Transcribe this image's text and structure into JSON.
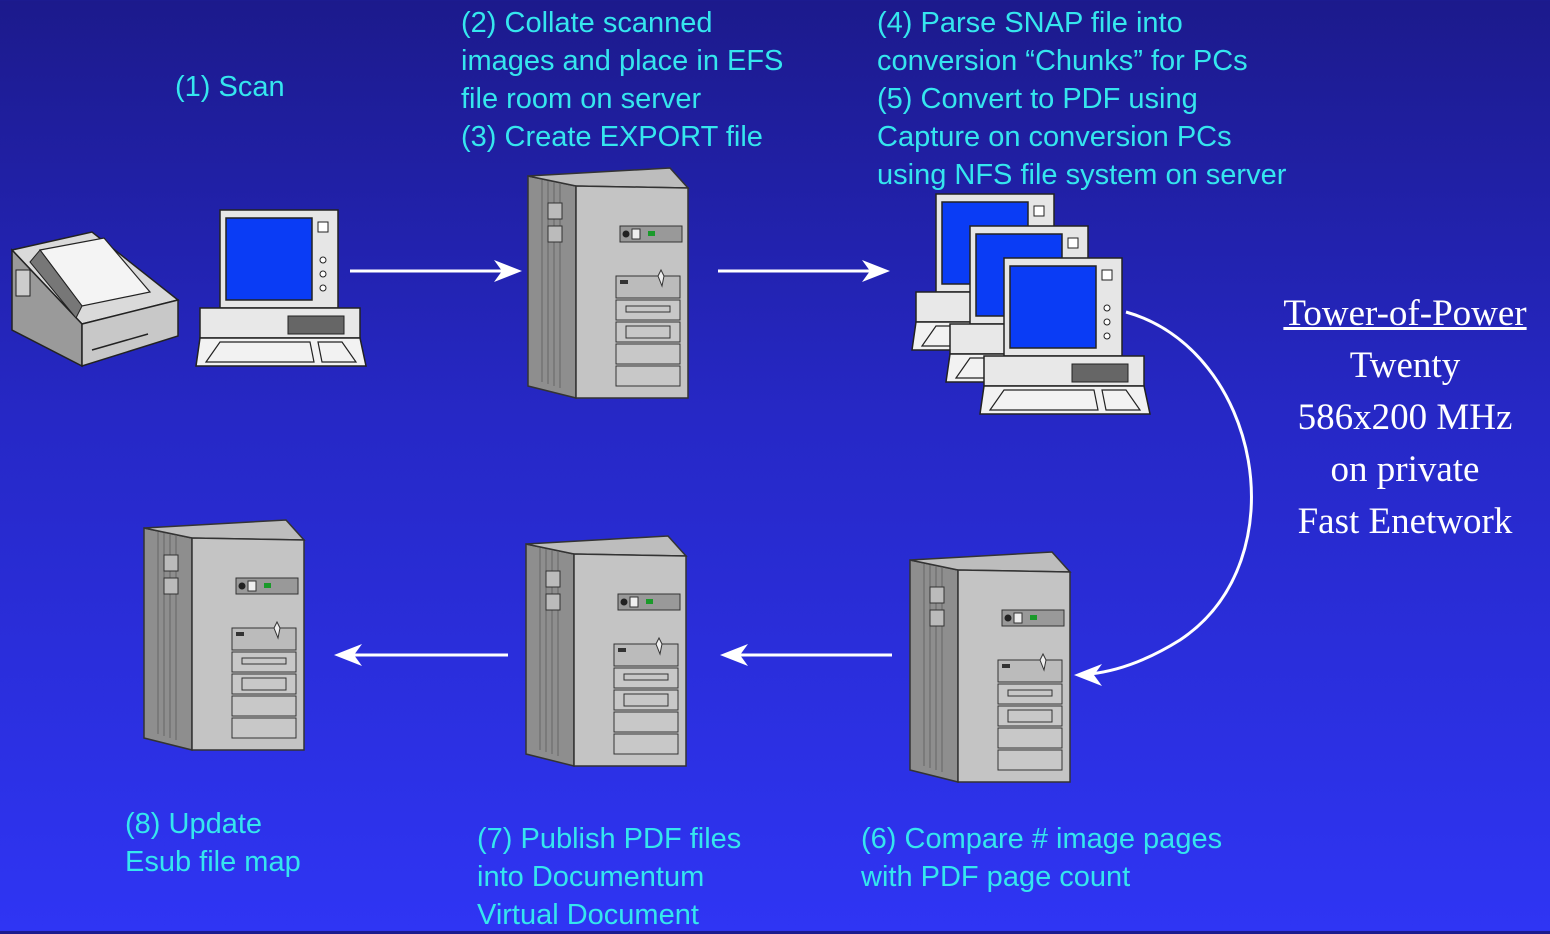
{
  "steps": {
    "s1": [
      "(1) Scan"
    ],
    "s2": [
      "(2) Collate scanned",
      "images and place in EFS",
      "file room on server",
      "(3) Create EXPORT file"
    ],
    "s4": [
      "(4) Parse SNAP file into",
      "conversion  “Chunks” for PCs",
      "(5) Convert to PDF using",
      "Capture on conversion PCs",
      "using NFS file system on server"
    ],
    "s6": [
      "(6) Compare  # image pages",
      "with PDF page count"
    ],
    "s7": [
      "(7) Publish PDF files",
      "into Documentum",
      "Virtual Document"
    ],
    "s8": [
      "(8) Update",
      "Esub file map"
    ]
  },
  "sidebox": {
    "title": "Tower-of-Power",
    "lines": [
      "Twenty",
      "586x200 MHz",
      "on private",
      "Fast Enetwork"
    ]
  },
  "colors": {
    "step_text": "#35e6ee",
    "sidebox_text": "#ffffff",
    "arrow": "#ffffff",
    "screen": "#0a3cf5"
  },
  "icons": [
    "scanner-icon",
    "desktop-computer-icon",
    "tower-server-icon",
    "computer-stack-icon"
  ]
}
